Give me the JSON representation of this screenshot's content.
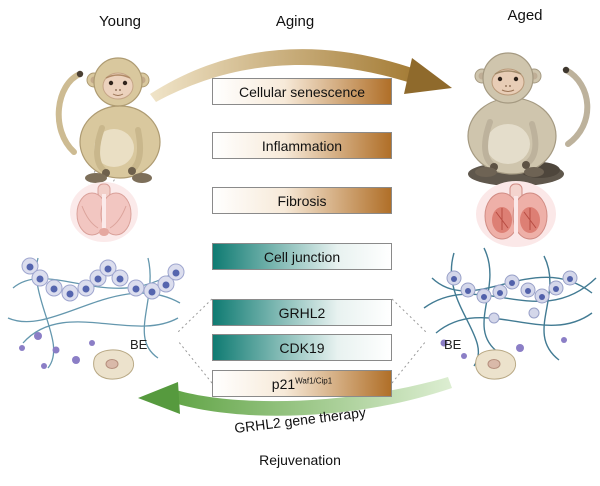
{
  "labels": {
    "young": "Young",
    "aging": "Aging",
    "aged": "Aged",
    "be": "BE",
    "gene_therapy": "GRHL2 gene therapy",
    "rejuvenation": "Rejuvenation"
  },
  "bars": [
    {
      "label": "Cellular senescence",
      "trend": "increase"
    },
    {
      "label": "Inflammation",
      "trend": "increase"
    },
    {
      "label": "Fibrosis",
      "trend": "increase"
    },
    {
      "label": "Cell junction",
      "trend": "decrease"
    },
    {
      "label": "GRHL2",
      "trend": "decrease"
    },
    {
      "label": "CDK19",
      "trend": "decrease"
    },
    {
      "label": "p21",
      "superscript": "Waf1/Cip1",
      "trend": "increase"
    }
  ],
  "colors": {
    "increase_brown": "#b06f28",
    "decrease_teal": "#0f7b72",
    "aging_arrow_brown": "#a37a33",
    "rejuvenation_arrow_green": "#69a84f"
  }
}
